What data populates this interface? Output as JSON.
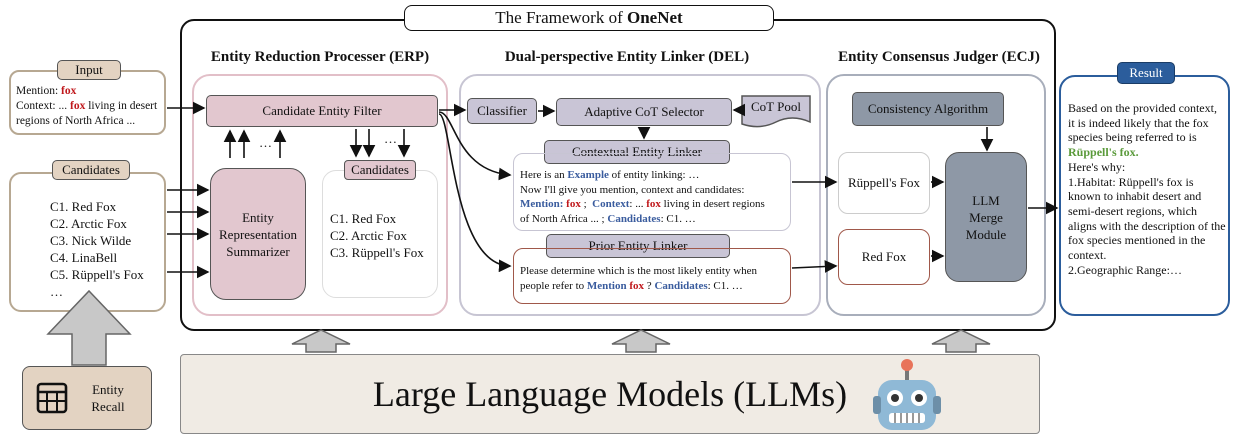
{
  "framework_title": {
    "prefix": "The Framework of ",
    "name": "OneNet"
  },
  "input": {
    "label": "Input",
    "mention_prefix": "Mention: ",
    "mention_value": "fox",
    "context_prefix": "Context: ... ",
    "context_fox": "fox",
    "context_rest": " living in desert regions of North Africa ..."
  },
  "candidates_panel": {
    "label": "Candidates",
    "items": [
      "C1. Red Fox",
      "C2. Arctic Fox",
      "C3. Nick Wilde",
      "C4. LinaBell",
      "C5. Rüppell's Fox",
      "…"
    ]
  },
  "entity_recall": {
    "label_line1": "Entity",
    "label_line2": "Recall"
  },
  "erp": {
    "title": "Entity Reduction Processer (ERP)",
    "filter_label": "Candidate Entity Filter",
    "ellipsis": "…",
    "summarizer_line1": "Entity",
    "summarizer_line2": "Representation",
    "summarizer_line3": "Summarizer",
    "candidates_label": "Candidates",
    "reduced_items": [
      "C1. Red Fox",
      "C2. Arctic Fox",
      "C3. Rüppell's Fox"
    ]
  },
  "del": {
    "title": "Dual-perspective Entity Linker (DEL)",
    "classifier": "Classifier",
    "cot_selector": "Adaptive CoT Selector",
    "cot_pool": "CoT Pool",
    "contextual_linker": "Contextual Entity Linker",
    "ctx_line1_a": "Here is an ",
    "ctx_line1_example": "Example",
    "ctx_line1_b": " of entity linking: …",
    "ctx_line2": "Now I'll give you mention, context and candidates:",
    "ctx_mention_label": "Mention",
    "ctx_colon": ": ",
    "ctx_fox": "fox",
    "ctx_semicolon": " ;  ",
    "ctx_context_label": "Context",
    "ctx_context_a": ": ... ",
    "ctx_context_b": " living in desert regions",
    "ctx_line4_a": "of North Africa ... ; ",
    "ctx_candidates_label": "Candidates",
    "ctx_line4_b": ": C1. …",
    "prior_linker": "Prior Entity Linker",
    "prior_line1": "Please determine which is the most likely entity when",
    "prior_line2_a": "people refer to ",
    "prior_mention": "Mention",
    "prior_fox": "fox",
    "prior_q": " ? ",
    "prior_candidates": "Candidates",
    "prior_line2_b": ": C1. …"
  },
  "ecj": {
    "title": "Entity Consensus Judger (ECJ)",
    "consistency": "Consistency Algorithm",
    "out_a": "Rüppell's Fox",
    "out_b": "Red Fox",
    "merge_line1": "LLM",
    "merge_line2": "Merge",
    "merge_line3": "Module"
  },
  "result": {
    "label": "Result",
    "text_a": "Based on the provided context, it is indeed likely that the fox species being referred to is ",
    "answer": "Rüppell's fox.",
    "text_b": "Here's why:",
    "text_c": "1.Habitat: Rüppell's fox is known to inhabit desert and semi-desert regions, which aligns with the description of the fox species mentioned in the context.",
    "text_d": "2.Geographic Range:…"
  },
  "llm_bar": {
    "label": "Large Language Models (LLMs)"
  },
  "colors": {
    "input_fill": "#e3d3c2",
    "erp_fill": "#e2c7cf",
    "del_fill": "#c9c5d6",
    "ecj_fill": "#8e98a6",
    "result_blue": "#2b5d9c",
    "llm_fill": "#f0ebe4"
  }
}
